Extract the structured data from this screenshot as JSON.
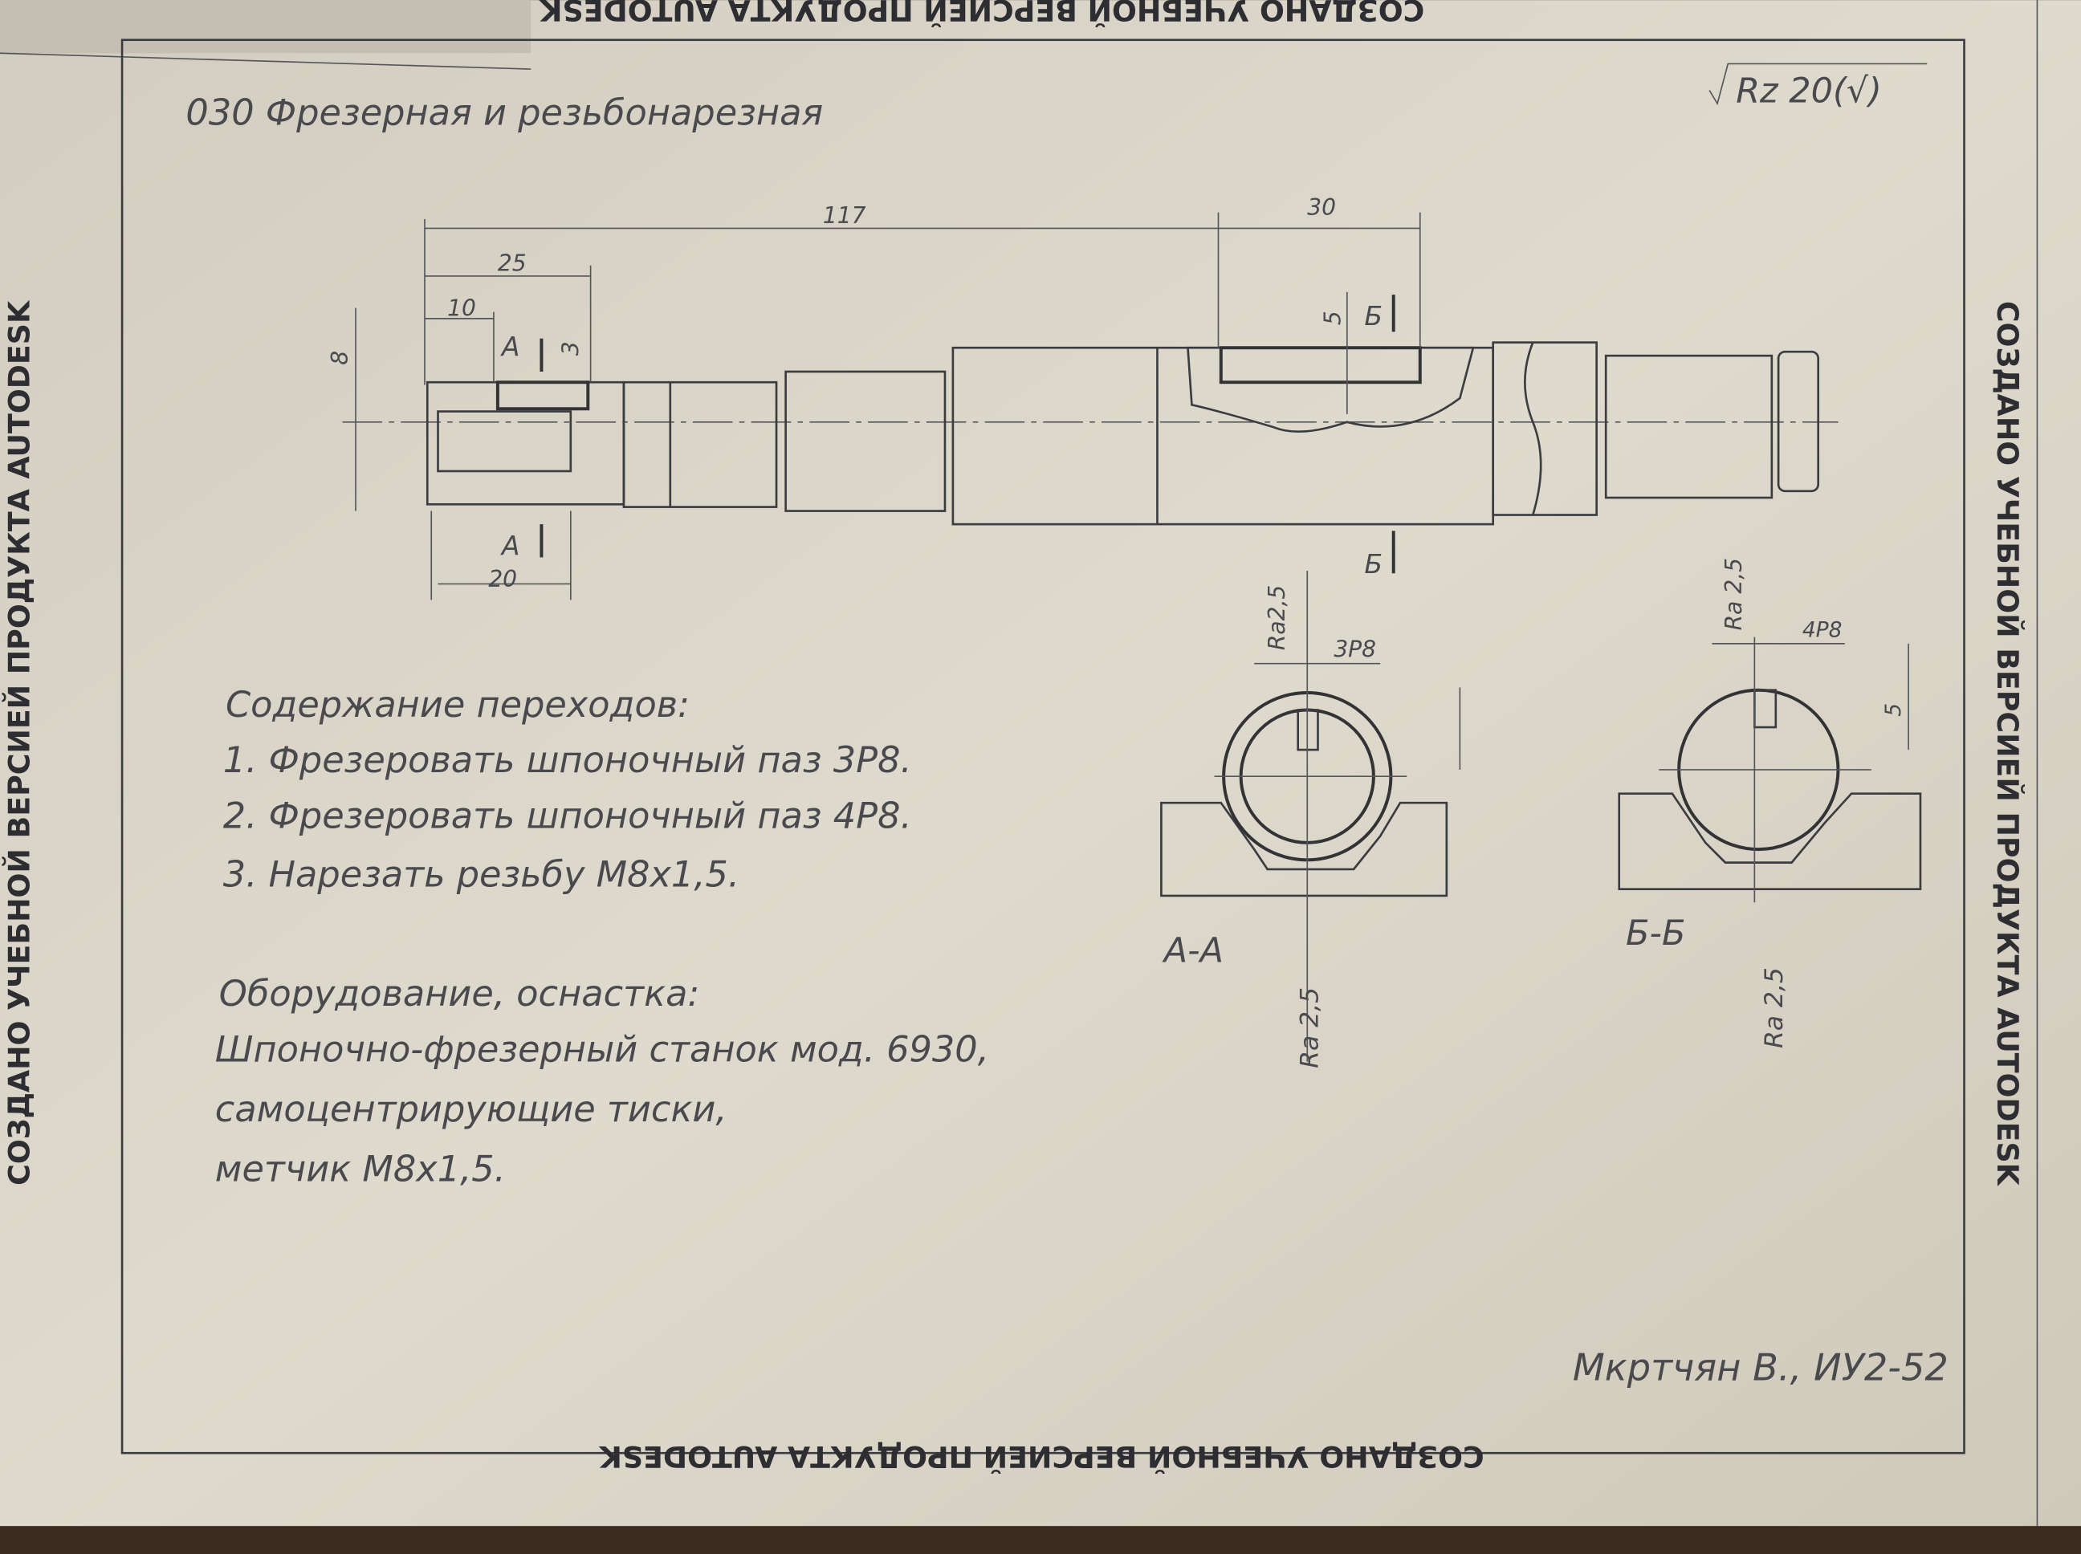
{
  "sheet": {
    "title": "030  Фрезерная  и  резьбонарезная",
    "roughness_general": "Rz 20(√)",
    "watermark": "СОЗДАНО УЧЕБНОЙ ВЕРСИЕЙ ПРОДУКТА AUTODESK",
    "signature": "Мкртчян В.,  ИУ2-52"
  },
  "drawing": {
    "dims": {
      "overall": "117",
      "keyway_length": "30",
      "thread_depth": "25",
      "slot_offset": "10",
      "slot_width": "3",
      "thread_dia": "8",
      "slot_length": "20",
      "keyway_depth": "5"
    },
    "section_marks": {
      "a": "А",
      "b": "Б"
    },
    "sections": [
      {
        "label": "А-А",
        "width": "3Р8",
        "ra_top": "Ra2,5",
        "ra_bottom": "Ra 2,5"
      },
      {
        "label": "Б-Б",
        "width": "4Р8",
        "depth": "5",
        "ra_top": "Ra 2,5",
        "ra_bottom": "Ra 2,5"
      }
    ]
  },
  "steps": {
    "header": "Содержание переходов:",
    "items": [
      "1.  Фрезеровать  шпоночный  паз  3Р8.",
      "2.  Фрезеровать  шпоночный  паз  4Р8.",
      "3.  Нарезать  резьбу  М8х1,5."
    ]
  },
  "equipment": {
    "header": "Оборудование,  оснастка:",
    "lines": [
      "Шпоночно-фрезерный  станок  мод.  6930,",
      "самоцентрирующие  тиски,",
      "метчик  М8х1,5."
    ]
  }
}
